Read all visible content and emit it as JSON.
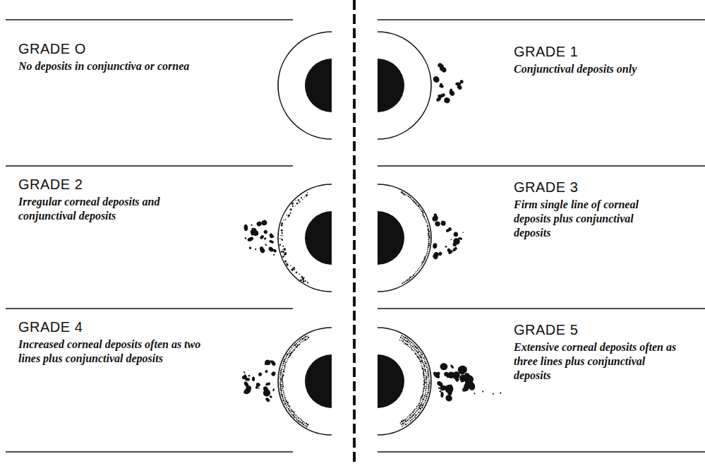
{
  "diagram": {
    "labels": [
      "GRADE O",
      "No deposits in conjunctiva or cornea",
      "GRADE 1",
      "Conjunctival deposits only",
      "GRADE 2",
      "Irregular corneal deposits and conjunctival deposits",
      "GRADE 3",
      "Firm single line of corneal deposits plus conjunctival deposits",
      "GRADE 4",
      "Increased corneal deposits often as two lines plus conjunctival deposits",
      "GRADE 5",
      "Extensive corneal deposits often as three lines plus conjunctival deposits"
    ]
  }
}
